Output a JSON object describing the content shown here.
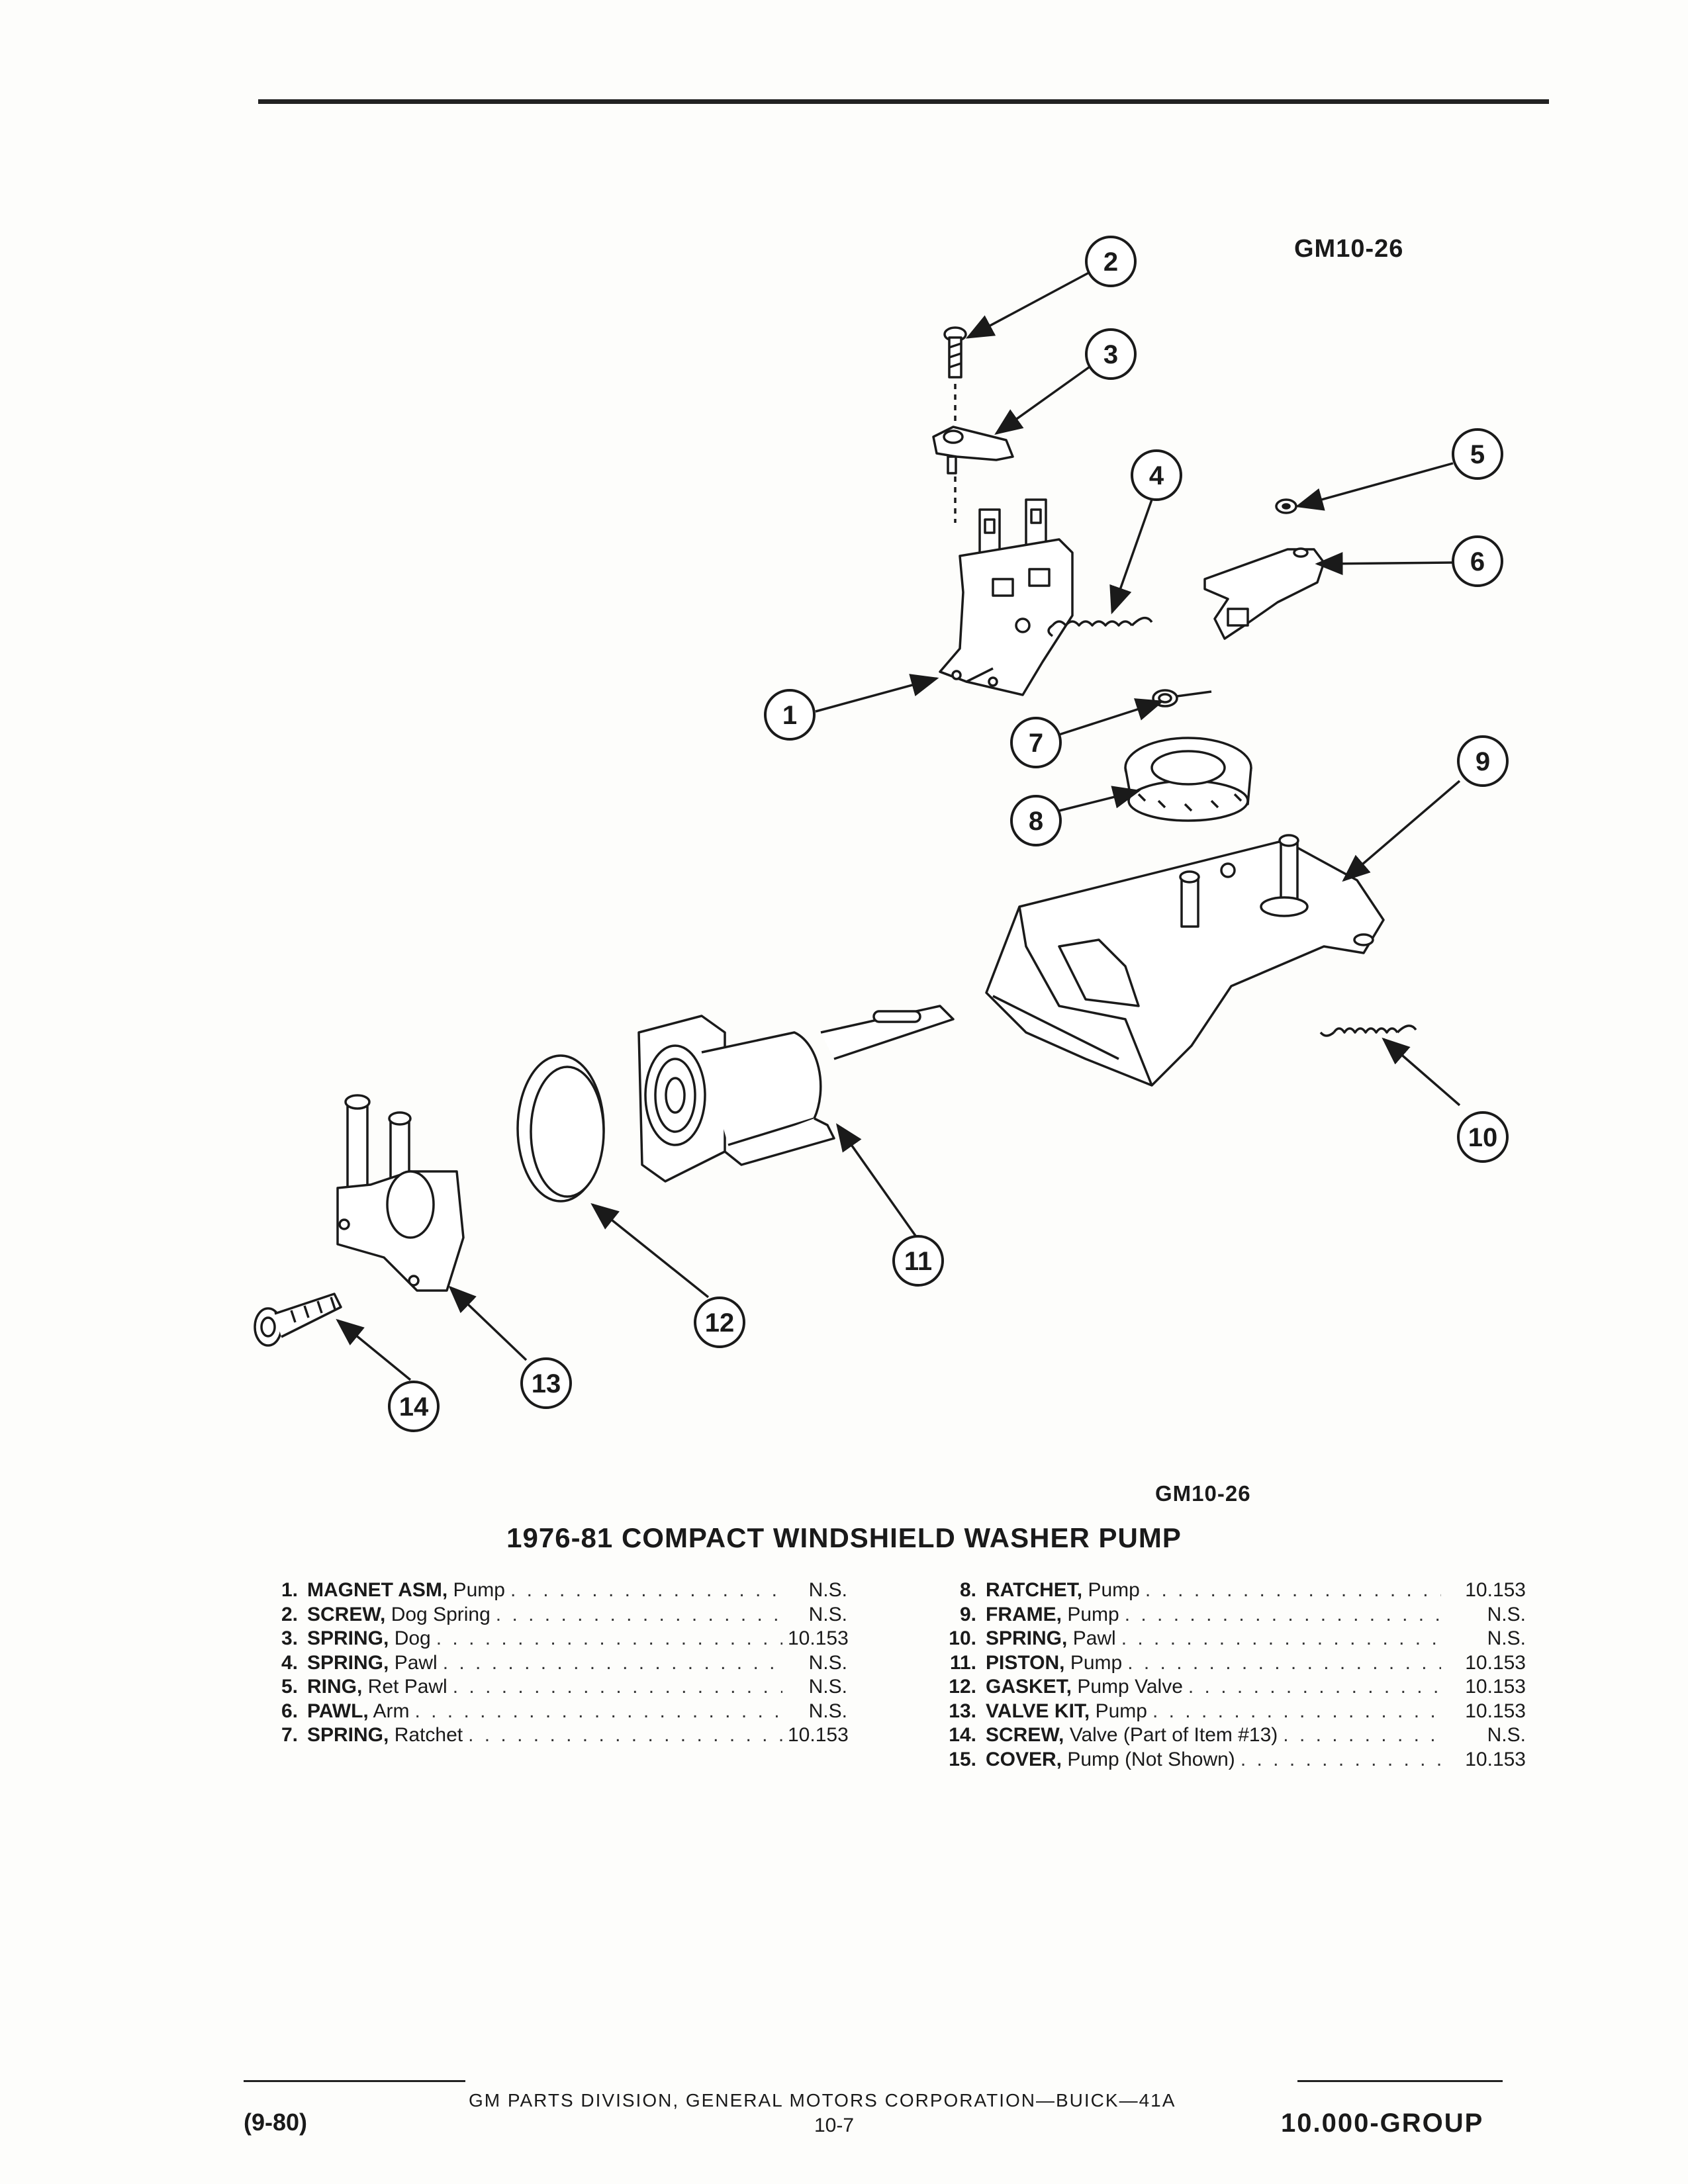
{
  "figure_code_top": "GM10-26",
  "figure_code_bottom": "GM10-26",
  "callouts": [
    "1",
    "2",
    "3",
    "4",
    "5",
    "6",
    "7",
    "8",
    "9",
    "10",
    "11",
    "12",
    "13",
    "14"
  ],
  "caption": "1976-81 COMPACT WINDSHIELD WASHER PUMP",
  "parts_left": [
    {
      "num": "1.",
      "name": "MAGNET ASM,",
      "desc": " Pump",
      "ref": "N.S."
    },
    {
      "num": "2.",
      "name": "SCREW,",
      "desc": " Dog Spring",
      "ref": "N.S."
    },
    {
      "num": "3.",
      "name": "SPRING,",
      "desc": " Dog",
      "ref": "10.153"
    },
    {
      "num": "4.",
      "name": "SPRING,",
      "desc": " Pawl",
      "ref": "N.S."
    },
    {
      "num": "5.",
      "name": "RING,",
      "desc": " Ret Pawl",
      "ref": "N.S."
    },
    {
      "num": "6.",
      "name": "PAWL,",
      "desc": " Arm",
      "ref": "N.S."
    },
    {
      "num": "7.",
      "name": "SPRING,",
      "desc": " Ratchet",
      "ref": "10.153"
    }
  ],
  "parts_right": [
    {
      "num": "8.",
      "name": "RATCHET,",
      "desc": " Pump",
      "ref": "10.153"
    },
    {
      "num": "9.",
      "name": "FRAME,",
      "desc": " Pump",
      "ref": "N.S."
    },
    {
      "num": "10.",
      "name": "SPRING,",
      "desc": " Pawl",
      "ref": "N.S."
    },
    {
      "num": "11.",
      "name": "PISTON,",
      "desc": " Pump",
      "ref": "10.153"
    },
    {
      "num": "12.",
      "name": "GASKET,",
      "desc": " Pump Valve",
      "ref": "10.153"
    },
    {
      "num": "13.",
      "name": "VALVE KIT,",
      "desc": " Pump",
      "ref": "10.153"
    },
    {
      "num": "14.",
      "name": "SCREW,",
      "desc": " Valve (Part of Item #13)",
      "ref": "N.S."
    },
    {
      "num": "15.",
      "name": "COVER,",
      "desc": " Pump (Not Shown)",
      "ref": "10.153"
    }
  ],
  "footer": {
    "publisher": "GM PARTS DIVISION, GENERAL MOTORS CORPORATION—BUICK—41A",
    "date": "(9-80)",
    "page": "10-7",
    "group": "10.000-GROUP"
  }
}
